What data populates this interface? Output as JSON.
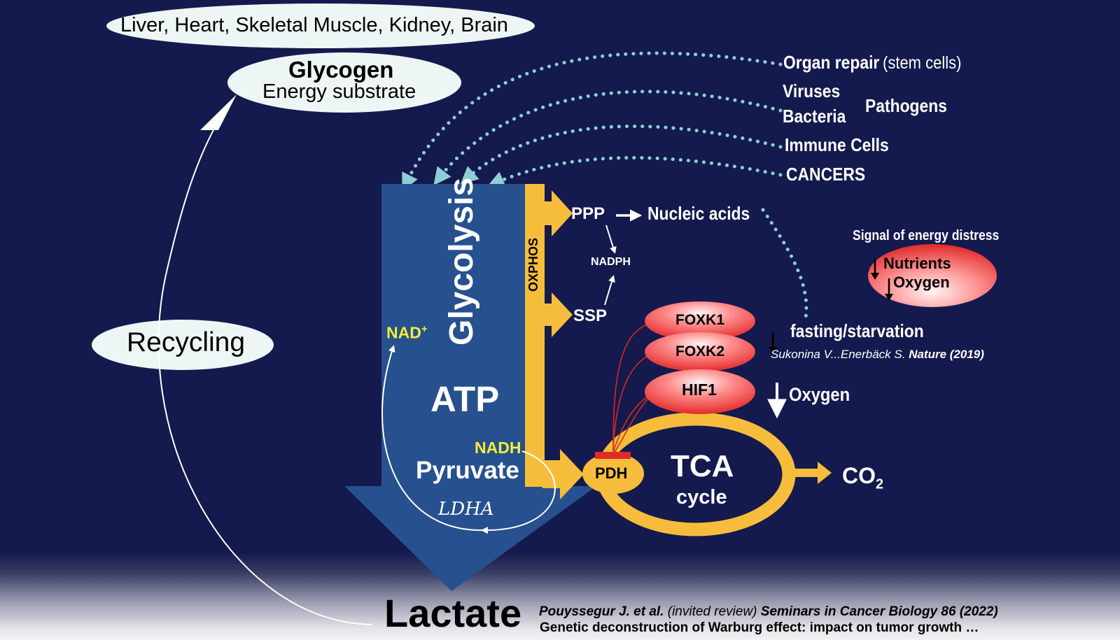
{
  "organs_label": "Liver, Heart, Skeletal Muscle, Kidney, Brain",
  "glycogen": {
    "title": "Glycogen",
    "subtitle": "Energy substrate"
  },
  "recycling_label": "Recycling",
  "glycolysis_label": "Glycolysis",
  "atp_label": "ATP",
  "pyruvate_label": "Pyruvate",
  "nadh_label": "NADH",
  "nad_label": "NAD",
  "nad_sup": "+",
  "ldha_label": "LDHA",
  "oxphos_label": "OXPHOS",
  "ppp_label": "PPP",
  "nucleic_acids_label": "Nucleic acids",
  "nadph_label": "NADPH",
  "ssp_label": "SSP",
  "targets": {
    "organ_repair": "Organ repair",
    "organ_repair_note": "(stem cells)",
    "viruses": "Viruses",
    "bacteria": "Bacteria",
    "pathogens": "Pathogens",
    "immune_cells": "Immune Cells",
    "cancers": "CANCERS"
  },
  "distress": {
    "title": "Signal of energy distress",
    "nutrients": "Nutrients",
    "oxygen": "Oxygen"
  },
  "regulators": {
    "foxk1": "FOXK1",
    "foxk2": "FOXK2",
    "hif1": "HIF1"
  },
  "fasting_label": "fasting/starvation",
  "citation_nature": {
    "authors": "Sukonina V...Enerbäck S.",
    "journal": "Nature (2019)"
  },
  "oxygen_label": "Oxygen",
  "pdh_label": "PDH",
  "tca": {
    "title": "TCA",
    "subtitle": "cycle"
  },
  "co2": {
    "base": "CO",
    "sub": "2"
  },
  "lactate_label": "Lactate",
  "citation_review": {
    "authors": "Pouyssegur J. et al.",
    "type": "(invited review)",
    "journal": "Seminars in Cancer Biology 86 (2022)",
    "title": "Genetic deconstruction of Warburg effect: impact on tumor growth …"
  },
  "colors": {
    "background": "#141a4d",
    "glycolysis_arrow": "#27508f",
    "oxphos_bar": "#f6bd3c",
    "tca_ring": "#f6bd3c",
    "regulator_red": "#e02a2a",
    "nad_yellow": "#f5ee36",
    "dotted_arrows": "#8ecfd6"
  }
}
